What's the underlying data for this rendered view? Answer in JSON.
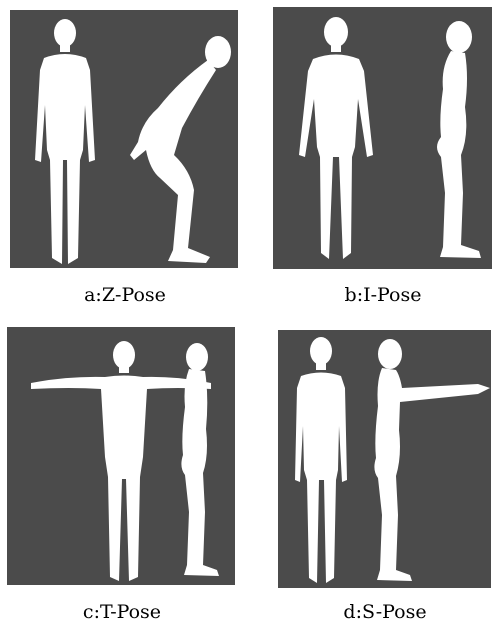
{
  "colors": {
    "panel_background": "#4b4b4b",
    "silhouette": "#ffffff",
    "page_background": "#ffffff"
  },
  "panels": [
    {
      "id": "a",
      "caption": "a:Z-Pose",
      "front_view": "standing-front-silhouette",
      "side_view": "bent-forward-side-silhouette"
    },
    {
      "id": "b",
      "caption": "b:I-Pose",
      "front_view": "standing-front-silhouette",
      "side_view": "standing-side-silhouette"
    },
    {
      "id": "c",
      "caption": "c:T-Pose",
      "front_view": "arms-outstretched-front-silhouette",
      "side_view": "arms-outstretched-side-silhouette"
    },
    {
      "id": "d",
      "caption": "d:S-Pose",
      "front_view": "standing-front-silhouette",
      "side_view": "arms-forward-side-silhouette"
    }
  ]
}
